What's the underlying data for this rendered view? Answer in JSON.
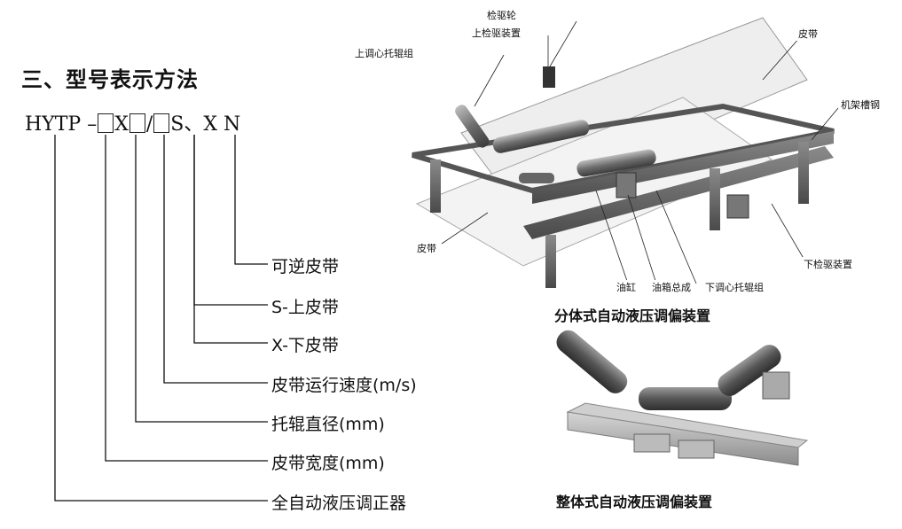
{
  "section_title": "三、型号表示方法",
  "model_code": {
    "prefix": "HYTP",
    "dash": "–",
    "sep_x": "X",
    "slash": "/",
    "tail_s": "S、X",
    "tail_n": "N"
  },
  "legend": [
    "可逆皮带",
    "S-上皮带",
    "X-下皮带",
    "皮带运行速度(m/s)",
    "托辊直径(mm)",
    "皮带宽度(mm)",
    "全自动液压调正器"
  ],
  "diagram_top": {
    "caption": "分体式自动液压调偏装置",
    "labels": {
      "jianqu_lun": "检驱轮",
      "shang_jianqu": "上检驱装置",
      "shang_tiaoxin": "上调心托辊组",
      "pidai_top": "皮带",
      "jijia": "机架槽钢",
      "pidai_left": "皮带",
      "xia_jianqu": "下检驱装置",
      "yougang": "油缸",
      "youxiang": "油箱总成",
      "xia_tiaoxin": "下调心托辊组"
    }
  },
  "diagram_bottom": {
    "caption": "整体式自动液压调偏装置"
  }
}
